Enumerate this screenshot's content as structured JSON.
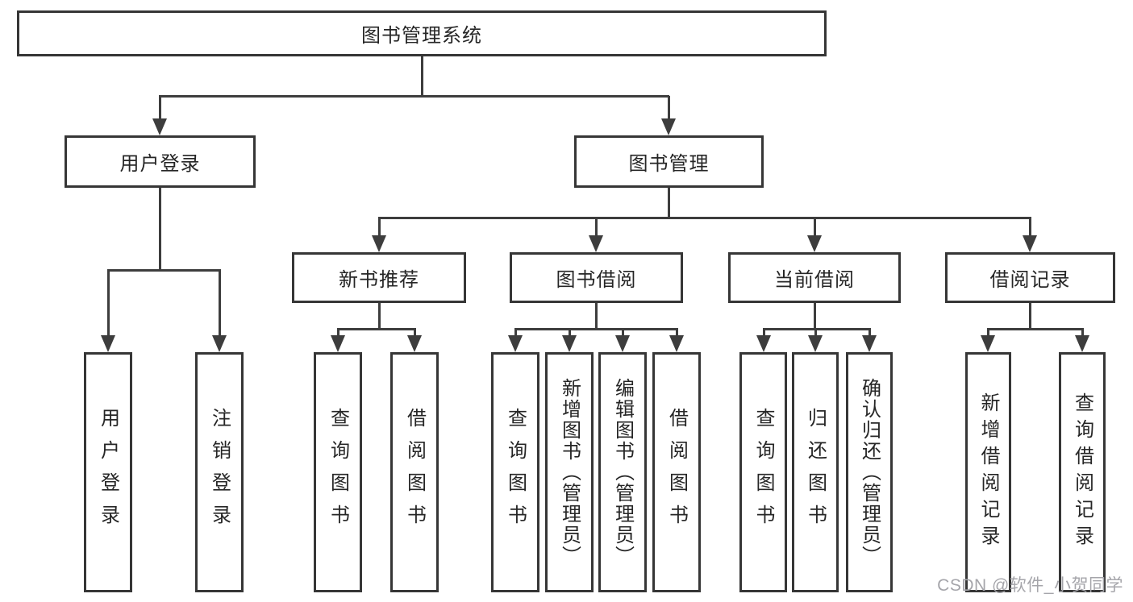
{
  "diagram": {
    "root": {
      "label": "图书管理系统"
    },
    "branches": [
      {
        "label": "用户登录",
        "leaves": [
          "用户登录",
          "注销登录"
        ]
      },
      {
        "label": "图书管理",
        "groups": [
          {
            "label": "新书推荐",
            "leaves": [
              "查询图书",
              "借阅图书"
            ]
          },
          {
            "label": "图书借阅",
            "leaves": [
              "查询图书",
              "新增图书（管理员）",
              "编辑图书（管理员）",
              "借阅图书"
            ]
          },
          {
            "label": "当前借阅",
            "leaves": [
              "查询图书",
              "归还图书",
              "确认归还（管理员）"
            ]
          },
          {
            "label": "借阅记录",
            "leaves": [
              "新增借阅记录",
              "查询借阅记录"
            ]
          }
        ]
      }
    ]
  },
  "watermark": {
    "text": "CSDN @软件_小贺同学"
  },
  "colors": {
    "line": "#3d3d3d",
    "box_border": "#363636",
    "text": "#262626",
    "watermark": "#a5a5aa",
    "background": "#ffffff"
  }
}
